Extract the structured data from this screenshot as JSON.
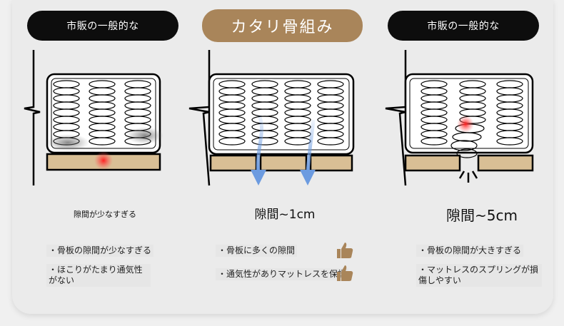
{
  "header": {
    "left_label": "市販の一般的な",
    "center_label": "カタリ骨組み",
    "right_label": "市販の一般的な"
  },
  "panels": [
    {
      "gap": "隙間が少なすぎる",
      "notes": [
        "・骨板の隙間が少なすぎる",
        "・ほこりがたまり通気性がない"
      ]
    },
    {
      "gap": "隙間~1cm",
      "notes": [
        "・骨板に多くの隙間",
        "・通気性がありマットレスを保護"
      ]
    },
    {
      "gap": "隙間~5cm",
      "notes": [
        "・骨板の隙間が大きすぎる",
        "・マットレスのスプリングが損傷しやすい"
      ]
    }
  ],
  "colors": {
    "brand_brown": "#a9855a",
    "slat_wood": "#d9bf95",
    "arrow_blue": "#6c9be0",
    "hot_red": "#ff3030"
  },
  "icons": [
    "thumbs-up-icon",
    "thumbs-up-icon"
  ]
}
